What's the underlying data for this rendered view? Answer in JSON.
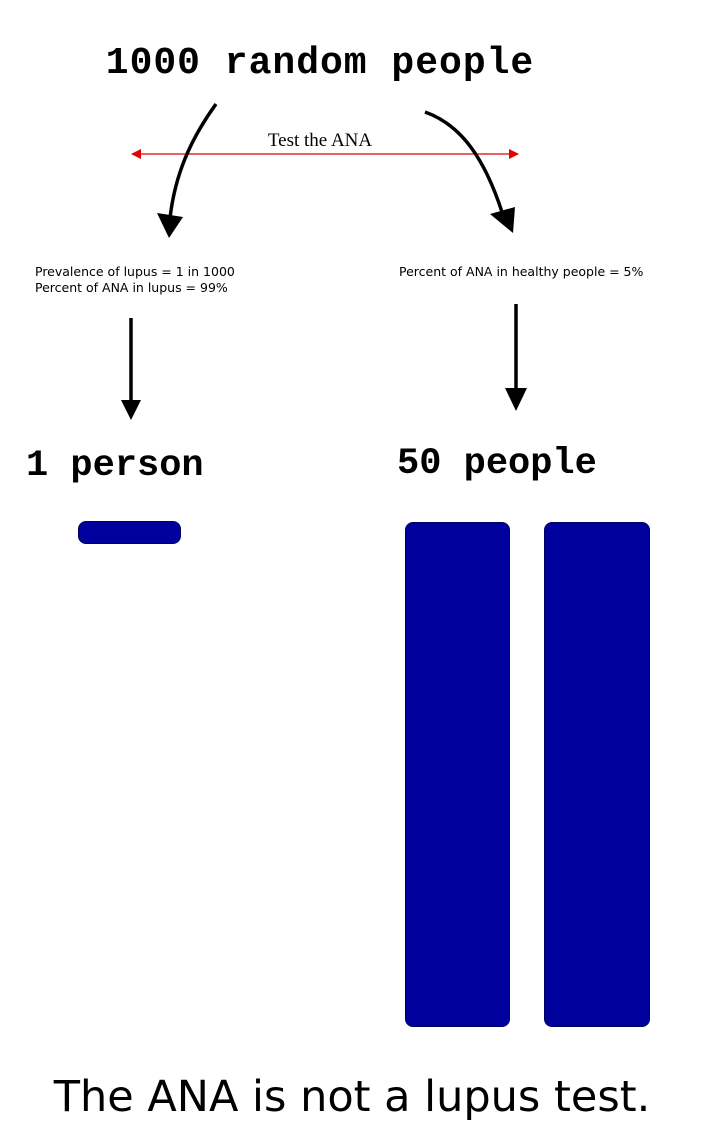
{
  "title": "1000 random people",
  "test_label": "Test the ANA",
  "left": {
    "info_lines": [
      "Prevalence of lupus = 1 in 1000",
      "Percent of ANA in lupus = 99%"
    ],
    "count_label": "1 person"
  },
  "right": {
    "info_lines": [
      "Percent of ANA in healthy people = 5%"
    ],
    "count_label": "50 people"
  },
  "conclusion": "The ANA is not a lupus test.",
  "colors": {
    "bar": "#00009c",
    "test_arrow": "#e00000",
    "arrow": "#000000"
  }
}
